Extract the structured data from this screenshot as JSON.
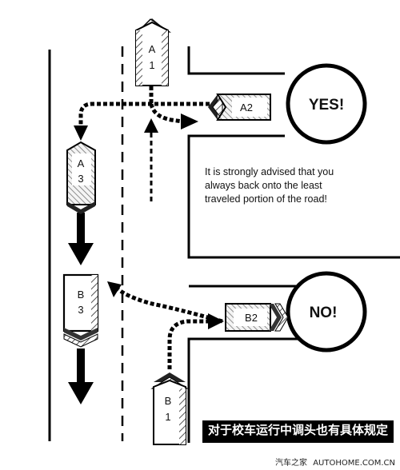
{
  "diagram": {
    "vehicles": [
      {
        "id": "a1",
        "letter": "A",
        "number": "1"
      },
      {
        "id": "a2",
        "label": "A2"
      },
      {
        "id": "a3",
        "letter": "A",
        "number": "3"
      },
      {
        "id": "b1",
        "letter": "B",
        "number": "1"
      },
      {
        "id": "b2",
        "label": "B2"
      },
      {
        "id": "b3",
        "letter": "B",
        "number": "3"
      }
    ],
    "badges": {
      "yes": "YES!",
      "no": "NO!"
    },
    "advice": {
      "lines": [
        "It is strongly advised that you",
        "always back onto the least",
        "traveled portion of the road!"
      ]
    }
  },
  "caption": "对于校车运行中调头也有具体规定",
  "watermark": {
    "brand": "汽车之家",
    "site": "AUTOHOME.COM.CN"
  }
}
